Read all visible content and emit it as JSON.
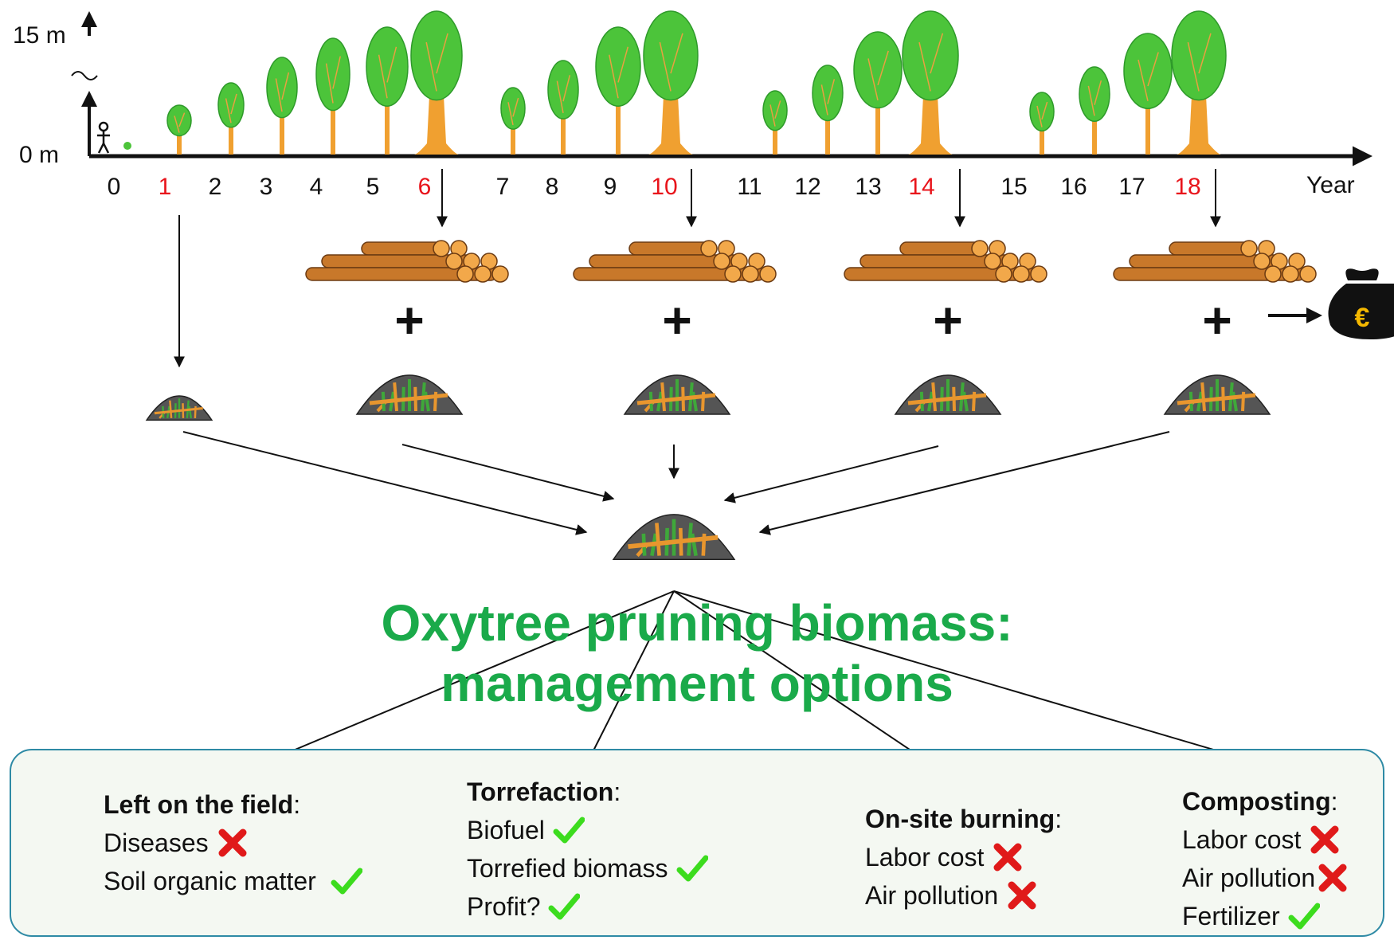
{
  "axis": {
    "height_top": "15 m",
    "height_bottom": "0 m",
    "x_label": "Year",
    "years": [
      {
        "label": "0",
        "pruning": false
      },
      {
        "label": "1",
        "pruning": true
      },
      {
        "label": "2",
        "pruning": false
      },
      {
        "label": "3",
        "pruning": false
      },
      {
        "label": "4",
        "pruning": false
      },
      {
        "label": "5",
        "pruning": false
      },
      {
        "label": "6",
        "pruning": true
      },
      {
        "label": "7",
        "pruning": false
      },
      {
        "label": "8",
        "pruning": false
      },
      {
        "label": "9",
        "pruning": false
      },
      {
        "label": "10",
        "pruning": true
      },
      {
        "label": "11",
        "pruning": false
      },
      {
        "label": "12",
        "pruning": false
      },
      {
        "label": "13",
        "pruning": false
      },
      {
        "label": "14",
        "pruning": true
      },
      {
        "label": "15",
        "pruning": false
      },
      {
        "label": "16",
        "pruning": false
      },
      {
        "label": "17",
        "pruning": false
      },
      {
        "label": "18",
        "pruning": true
      }
    ]
  },
  "colors": {
    "title_green": "#1aaa4a",
    "highlight_year": "#e8141b",
    "tree_canopy": "#4cc43a",
    "tree_trunk": "#f0a030",
    "check": "#3cdc1e",
    "cross": "#e01a1a",
    "box_border": "#2e8aa5",
    "money_bag": "#111111",
    "euro": "#f5b800"
  },
  "icons": [
    "person-icon",
    "tree-icon",
    "log-pile-icon",
    "plus-icon",
    "biomass-pile-icon",
    "money-bag-icon",
    "check-icon",
    "cross-icon"
  ],
  "money_symbol": "€",
  "plus_symbol": "+",
  "title": {
    "line1": "Oxytree pruning biomass:",
    "line2": "management options"
  },
  "options": [
    {
      "heading": "Left on the field",
      "items": [
        {
          "text": "Diseases",
          "mark": "cross"
        },
        {
          "text": "Soil organic matter",
          "mark": "check"
        }
      ]
    },
    {
      "heading": "Torrefaction",
      "items": [
        {
          "text": "Biofuel",
          "mark": "check"
        },
        {
          "text": "Torrefied biomass",
          "mark": "check"
        },
        {
          "text": "Profit?",
          "mark": "check"
        }
      ]
    },
    {
      "heading": "On-site burning",
      "items": [
        {
          "text": "Labor cost",
          "mark": "cross"
        },
        {
          "text": "Air pollution",
          "mark": "cross"
        }
      ]
    },
    {
      "heading": "Composting",
      "items": [
        {
          "text": "Labor cost",
          "mark": "cross"
        },
        {
          "text": "Air pollution",
          "mark": "cross"
        },
        {
          "text": "Fertilizer",
          "mark": "check"
        }
      ]
    }
  ]
}
